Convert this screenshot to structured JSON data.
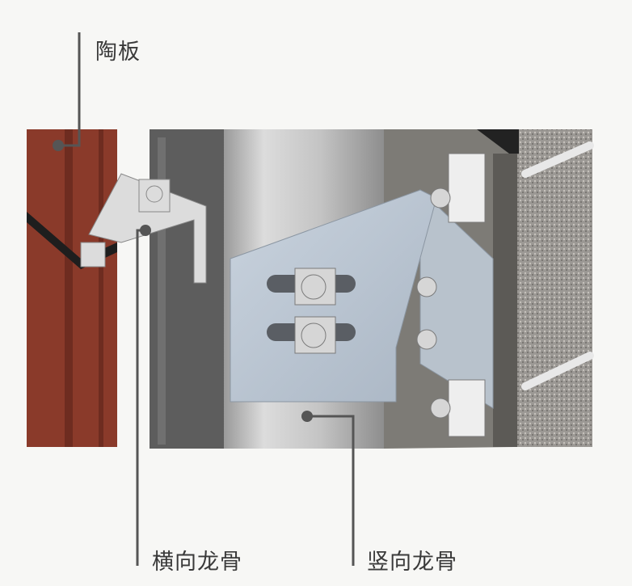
{
  "labels": {
    "panel": "陶板",
    "horizontal_keel": "横向龙骨",
    "vertical_keel": "竖向龙骨"
  },
  "colors": {
    "terracotta": "#8a3a2a",
    "leader": "#555555"
  }
}
